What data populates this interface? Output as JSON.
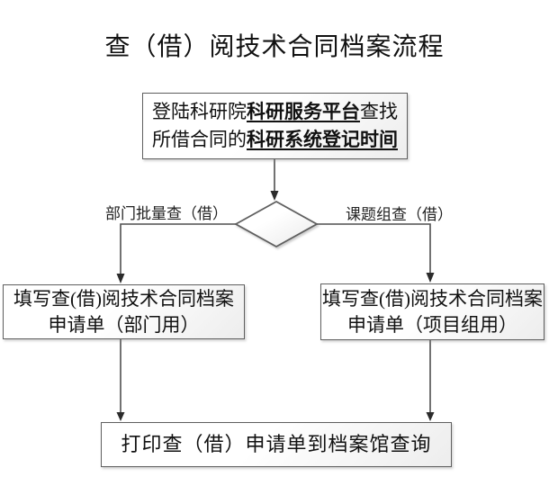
{
  "title": "查（借）阅技术合同档案流程",
  "colors": {
    "line": "#4f4f4f",
    "arrowhead": "#2b2b2b",
    "box_border": "#5f5f5f",
    "box_fill_start": "#ffffff",
    "box_fill_end": "#ededed",
    "text": "#111111",
    "background": "#ffffff"
  },
  "flow": {
    "top_box": {
      "line1_pre": "登陆科研院",
      "line1_em": "科研服务平台",
      "line1_post": "查找",
      "line2_pre": "所借合同的",
      "line2_em": "科研系统登记时间"
    },
    "decision_diamond": "",
    "branch_left_label": "部门批量查（借）",
    "branch_right_label": "课题组查（借）",
    "left_box": {
      "line1": "填写查(借)阅技术合同档案",
      "line2": "申请单（部门用）"
    },
    "right_box": {
      "line1": "填写查(借)阅技术合同档案",
      "line2": "申请单（项目组用）"
    },
    "bottom_box": "打印查（借）申请单到档案馆查询"
  }
}
